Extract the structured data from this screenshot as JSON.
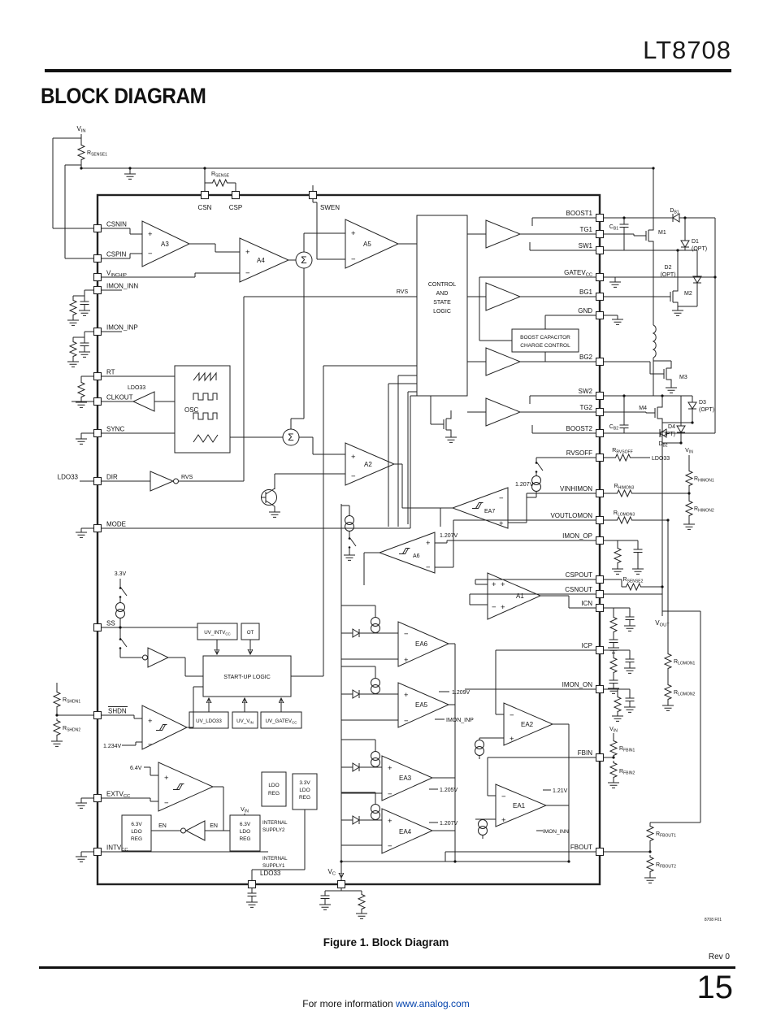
{
  "page": {
    "part": "LT8708",
    "section": "BLOCK DIAGRAM",
    "caption": "Figure 1. Block Diagram",
    "rev": "Rev 0",
    "page_num": "15",
    "footer_pre": "For more information ",
    "footer_link": "www.analog.com",
    "fig_code": "8708 F01"
  },
  "sym": {
    "plus": "+",
    "minus": "−",
    "sigma": "Σ"
  },
  "labels": {
    "vin_top": "V~IN~",
    "rsense1": "R~SENSE1~",
    "rsense": "R~SENSE~",
    "csn": "CSN",
    "csp": "CSP",
    "swen": "SWEN",
    "csnin": "CSNIN",
    "cspin": "CSPIN",
    "vinchip": "V~INCHIP~",
    "imon_inn": "IMON_INN",
    "imon_inp": "IMON_INP",
    "rt": "RT",
    "ldo33_a": "LDO33",
    "clkout": "CLKOUT",
    "sync": "SYNC",
    "ldo33_b": "LDO33",
    "dir": "DIR",
    "rvs_a": "RVS",
    "mode": "MODE",
    "v33": "3.3V",
    "ss": "SS",
    "shdn": "SHDN",
    "rshdn1": "R~SHDN1~",
    "rshdn2": "R~SHDN2~",
    "v1234": "1.234V",
    "extvcc": "EXTV~CC~",
    "v64": "6.4V",
    "intvcc": "INTV~CC~",
    "ldo33_c": "LDO33",
    "vc": "V~C~",
    "osc": "OSC",
    "ctl1": "CONTROL",
    "ctl2": "AND",
    "ctl3": "STATE",
    "ctl4": "LOGIC",
    "rvs_b": "RVS",
    "bcc1": "BOOST CAPACITOR",
    "bcc2": "CHARGE CONTROL",
    "a3": "A3",
    "a4": "A4",
    "a5": "A5",
    "a2": "A2",
    "ea7": "EA7",
    "a6": "A6",
    "a1": "A1",
    "ea6": "EA6",
    "ea5": "EA5",
    "ea2": "EA2",
    "ea3": "EA3",
    "ea1": "EA1",
    "ea4": "EA4",
    "v1207_a": "1.207V",
    "v1207_b": "1.207V",
    "v1207_c": "1.207V",
    "v1209": "1.209V",
    "v1205": "1.205V",
    "v121": "1.21V",
    "imon_inp_b": "IMON_INP",
    "imon_inn_b": "IMON_INN",
    "startup": "START-UP LOGIC",
    "uv_intvcc": "UV_INTV~CC~",
    "ot": "OT",
    "uv_ldo33": "UV_LDO33",
    "uv_vin": "UV_V~IN~",
    "uv_gatevcc": "UV_GATEV~CC~",
    "ldo_l1": "LDO",
    "ldo_l2": "REG",
    "ldo33r_l1": "3.3V",
    "ldo33r_l2": "LDO",
    "ldo33r_l3": "REG",
    "ldo63a_l1": "6.3V",
    "ldo63a_l2": "LDO",
    "ldo63a_l3": "REG",
    "en_a": "EN",
    "ldo63b_l1": "6.3V",
    "ldo63b_l2": "LDO",
    "ldo63b_l3": "REG",
    "en_b": "EN",
    "vin_ldo": "V~IN~",
    "is2_l1": "INTERNAL",
    "is2_l2": "SUPPLY2",
    "is1_l1": "INTERNAL",
    "is1_l2": "SUPPLY1",
    "boost1": "BOOST1",
    "tg1": "TG1",
    "sw1": "SW1",
    "gatevcc": "GATEV~CC~",
    "bg1": "BG1",
    "gnd": "GND",
    "bg2": "BG2",
    "sw2": "SW2",
    "tg2": "TG2",
    "boost2": "BOOST2",
    "rvsoff": "RVSOFF",
    "vinhimon": "VINHIMON",
    "voutlomon": "VOUTLOMON",
    "imon_op": "IMON_OP",
    "cspout": "CSPOUT",
    "csnout": "CSNOUT",
    "icn": "ICN",
    "icp": "ICP",
    "imon_on": "IMON_ON",
    "fbin": "FBIN",
    "fbout": "FBOUT",
    "db1": "D~B1~",
    "cb1": "C~B1~",
    "m1": "M1",
    "d1": "D1",
    "opt1": "(OPT)",
    "d2": "D2",
    "opt2": "(OPT)",
    "m2": "M2",
    "m3": "M3",
    "d3": "D3",
    "opt3": "(OPT)",
    "m4": "M4",
    "d4": "D4",
    "opt4": "(OPT)",
    "cb2": "C~B2~",
    "db2": "D~B2~",
    "rrvsoff": "R~RVSOFF~",
    "ldo33_d": "LDO33",
    "vin_a": "V~IN~",
    "rhimon1": "R~HIMON1~",
    "rhimon2": "R~HIMON2~",
    "rhimon3": "R~HIMON3~",
    "rlomon1": "R~LOMON1~",
    "rlomon2": "R~LOMON2~",
    "rlomon3": "R~LOMON3~",
    "rsense2": "R~SENSE2~",
    "vout": "V~OUT~",
    "vin_b": "V~IN~",
    "rfbin1": "R~FBIN1~",
    "rfbin2": "R~FBIN2~",
    "rfbout1": "R~FBOUT1~",
    "rfbout2": "R~FBOUT2~"
  }
}
